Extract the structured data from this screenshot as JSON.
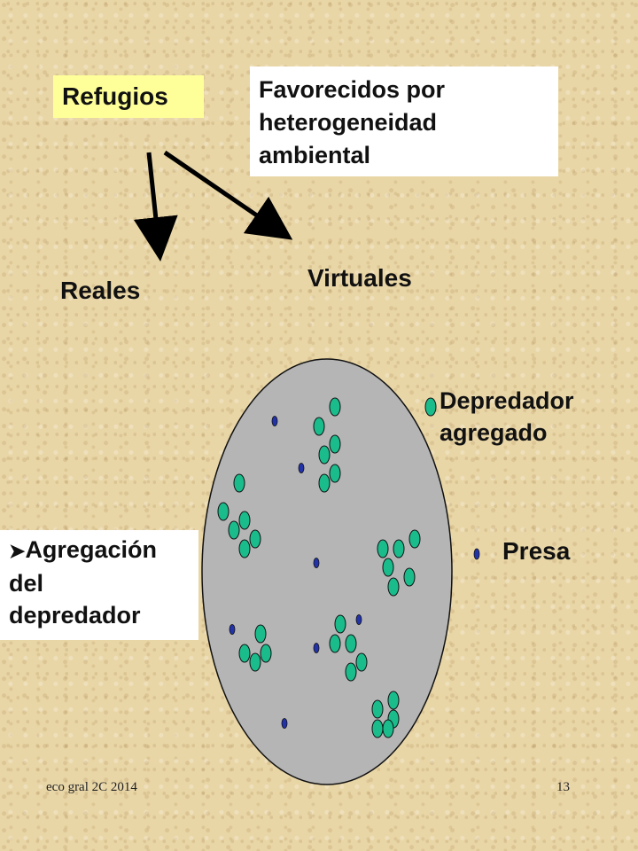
{
  "labels": {
    "refugios": "Refugios",
    "favorecidos": [
      "Favorecidos por",
      "heterogeneidad",
      "ambiental"
    ],
    "reales": "Reales",
    "virtuales": "Virtuales",
    "depredador": [
      "Depredador",
      "agregado"
    ],
    "presa": "Presa",
    "agregacion": [
      "Agregación",
      "del",
      "depredador"
    ]
  },
  "footer": {
    "course": "eco gral 2C 2014",
    "page": "13"
  },
  "colors": {
    "predator": "#1abc8c",
    "prey": "#2233aa",
    "arena": "#b5b5b5",
    "highlight": "#ffff99"
  },
  "icons": {
    "bullet": "arrow-bullet-icon"
  }
}
